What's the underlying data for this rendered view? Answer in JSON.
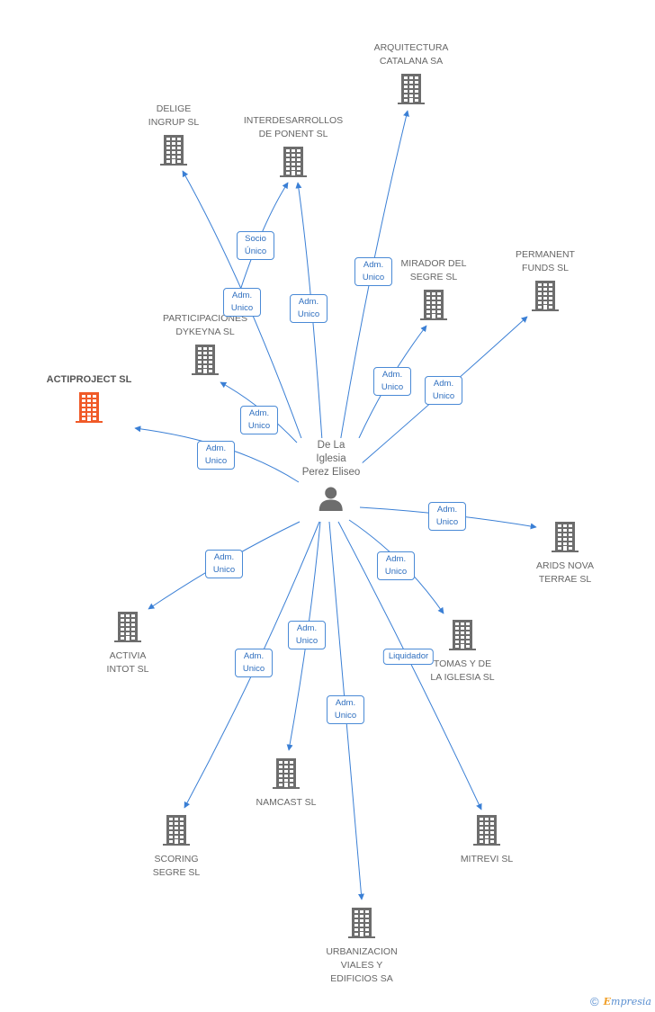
{
  "center_person": {
    "name": "De La\nIglesia\nPerez Eliseo",
    "icon": "person-icon"
  },
  "colors": {
    "edge": "#3a7fd5",
    "badge_border": "#4a8ad6",
    "building": "#6d6d6d",
    "building_highlight": "#f05a28",
    "text": "#666666"
  },
  "companies": [
    {
      "id": "arquitectura",
      "name": "ARQUITECTURA\nCATALANA SA",
      "highlight": false
    },
    {
      "id": "delige",
      "name": "DELIGE\nINGRUP SL",
      "highlight": false
    },
    {
      "id": "interdesarrollos",
      "name": "INTERDESARROLLOS\nDE PONENT SL",
      "highlight": false
    },
    {
      "id": "mirador",
      "name": "MIRADOR DEL\nSEGRE SL",
      "highlight": false
    },
    {
      "id": "permanent",
      "name": "PERMANENT\nFUNDS SL",
      "highlight": false
    },
    {
      "id": "participaciones",
      "name": "PARTICIPACIONES\nDYKEYNA SL",
      "highlight": false
    },
    {
      "id": "actiproject",
      "name": "ACTIPROJECT SL",
      "highlight": true
    },
    {
      "id": "arids",
      "name": "ARIDS NOVA\nTERRAE SL",
      "highlight": false
    },
    {
      "id": "activia",
      "name": "ACTIVIA\nINTOT SL",
      "highlight": false
    },
    {
      "id": "tomas",
      "name": "TOMAS Y DE\nLA IGLESIA SL",
      "highlight": false
    },
    {
      "id": "namcast",
      "name": "NAMCAST SL",
      "highlight": false
    },
    {
      "id": "scoring",
      "name": "SCORING\nSEGRE SL",
      "highlight": false
    },
    {
      "id": "mitrevi",
      "name": "MITREVI SL",
      "highlight": false
    },
    {
      "id": "urbanizacion",
      "name": "URBANIZACION\nVIALES Y\nEDIFICIOS SA",
      "highlight": false
    }
  ],
  "relations": [
    {
      "to": "arquitectura",
      "label": "Adm.\nUnico"
    },
    {
      "to": "delige",
      "label": "Adm.\nUnico"
    },
    {
      "to": "interdesarrollos",
      "label": "Socio\nÚnico"
    },
    {
      "to": "interdesarrollos",
      "label": "Adm.\nUnico"
    },
    {
      "to": "mirador",
      "label": "Adm.\nUnico"
    },
    {
      "to": "permanent",
      "label": "Adm.\nUnico"
    },
    {
      "to": "participaciones",
      "label": "Adm.\nUnico"
    },
    {
      "to": "actiproject",
      "label": "Adm.\nUnico"
    },
    {
      "to": "arids",
      "label": "Adm.\nUnico"
    },
    {
      "to": "activia",
      "label": "Adm.\nUnico"
    },
    {
      "to": "tomas",
      "label": "Adm.\nUnico"
    },
    {
      "to": "namcast",
      "label": "Adm.\nUnico"
    },
    {
      "to": "scoring",
      "label": "Adm.\nUnico"
    },
    {
      "to": "mitrevi",
      "label": "Liquidador"
    },
    {
      "to": "urbanizacion",
      "label": "Adm.\nUnico"
    }
  ],
  "footer": {
    "copyright": "©",
    "brand_first": "E",
    "brand_rest": "mpresia"
  }
}
